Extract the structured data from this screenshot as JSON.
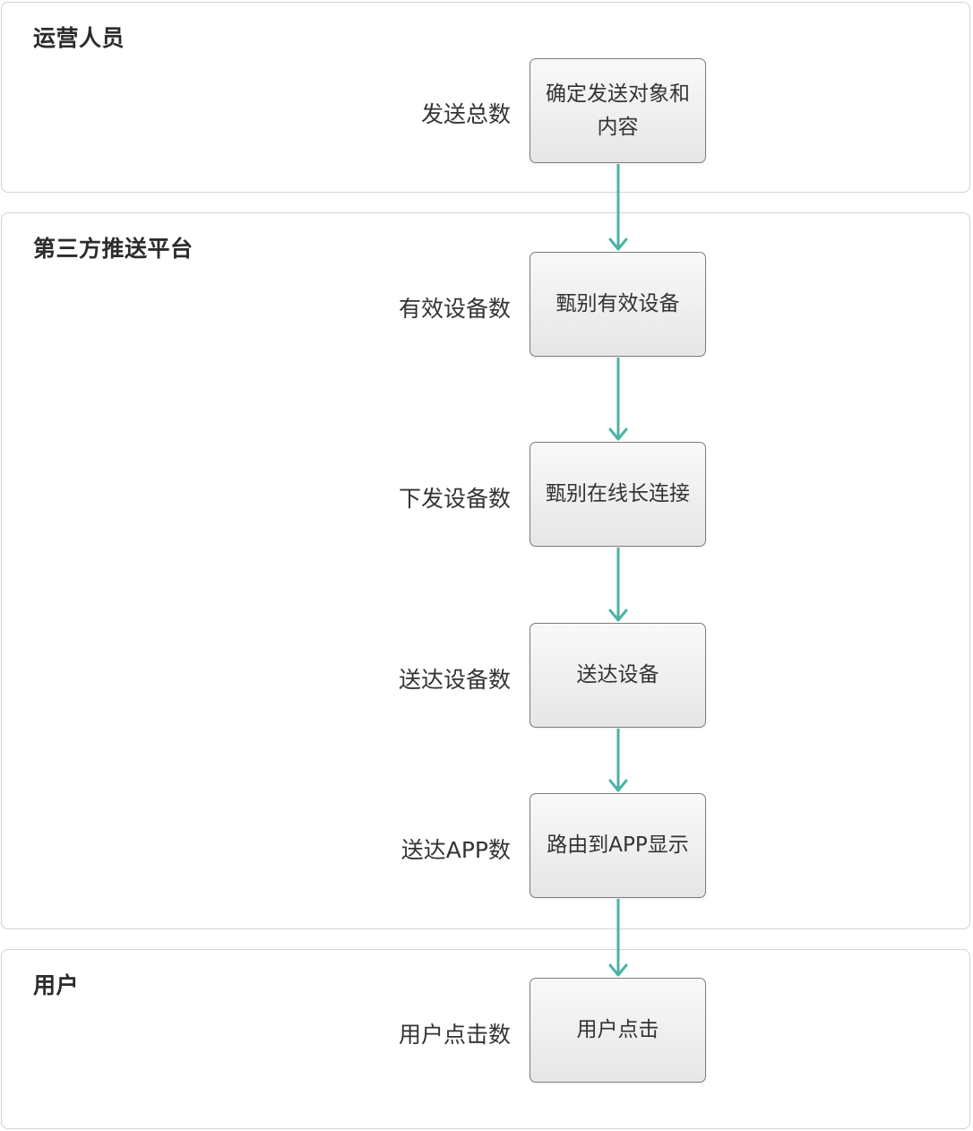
{
  "lanes": {
    "ops": {
      "title": "运营人员"
    },
    "platform": {
      "title": "第三方推送平台"
    },
    "user": {
      "title": "用户"
    }
  },
  "steps": [
    {
      "label": "确定发送对象和内容",
      "metric": "发送总数"
    },
    {
      "label": "甄别有效设备",
      "metric": "有效设备数"
    },
    {
      "label": "甄别在线长连接",
      "metric": "下发设备数"
    },
    {
      "label": "送达设备",
      "metric": "送达设备数"
    },
    {
      "label": "路由到APP显示",
      "metric": "送达APP数"
    },
    {
      "label": "用户点击",
      "metric": "用户点击数"
    }
  ],
  "colors": {
    "arrow": "#4bb3a5",
    "lane_border": "#d2d2d2",
    "box_border": "#7d7d7d"
  }
}
